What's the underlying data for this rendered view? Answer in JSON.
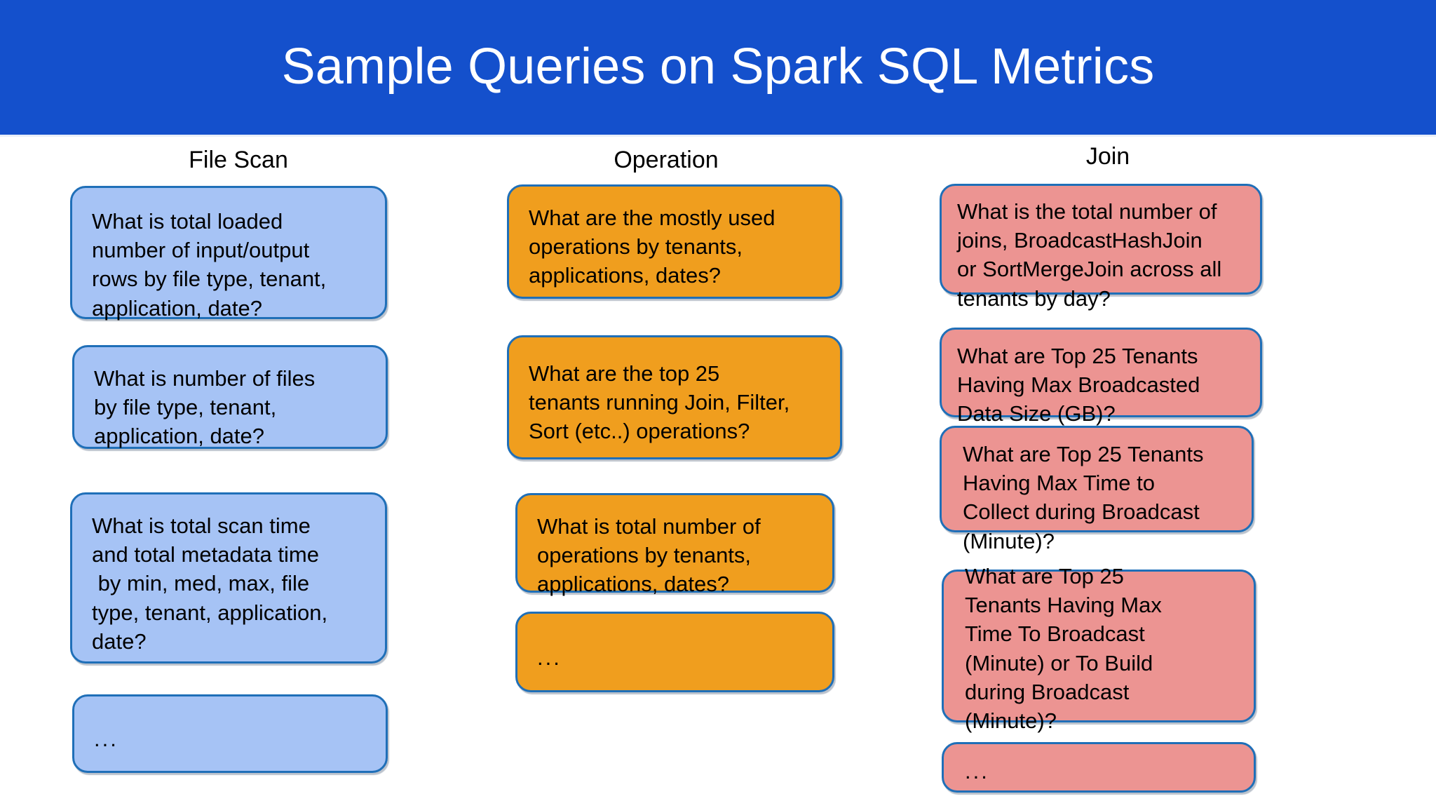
{
  "slide": {
    "title": "Sample Queries on Spark SQL Metrics",
    "banner_color": "#1450CC",
    "background_color": "#FFFFFF",
    "ellipsis": "..."
  },
  "columns": [
    {
      "id": "file-scan",
      "header": "File Scan",
      "fill_color": "#A6C3F5",
      "border_color": "#1F6FB8",
      "boxes": [
        {
          "text": "What is total loaded\nnumber of input/output\nrows by file type, tenant,\napplication, date?"
        },
        {
          "text": "What is number of files\nby file type, tenant,\napplication, date?"
        },
        {
          "text": "What is total scan time\nand total metadata time\n by min, med, max, file\ntype, tenant, application,\ndate?"
        },
        {
          "text": "..."
        }
      ]
    },
    {
      "id": "operation",
      "header": "Operation",
      "fill_color": "#F09E1E",
      "border_color": "#1F6FB8",
      "boxes": [
        {
          "text": "What are the mostly used\noperations by tenants,\napplications, dates?"
        },
        {
          "text": "What are the top 25\ntenants running Join, Filter,\nSort (etc..) operations?"
        },
        {
          "text": "What is total number of\noperations by tenants,\napplications, dates?"
        },
        {
          "text": "..."
        }
      ]
    },
    {
      "id": "join",
      "header": "Join",
      "fill_color": "#EC9492",
      "border_color": "#1F6FB8",
      "boxes": [
        {
          "text": "What is the total number of\njoins, BroadcastHashJoin\nor SortMergeJoin across all\ntenants by day?"
        },
        {
          "text": "What are Top 25 Tenants\nHaving Max Broadcasted\nData Size (GB)?"
        },
        {
          "text": "What are Top 25 Tenants\nHaving Max Time to\nCollect during Broadcast\n(Minute)?"
        },
        {
          "text": "What are Top 25\nTenants Having Max\nTime To Broadcast\n(Minute) or To Build\nduring Broadcast\n(Minute)?"
        },
        {
          "text": "..."
        }
      ]
    }
  ]
}
